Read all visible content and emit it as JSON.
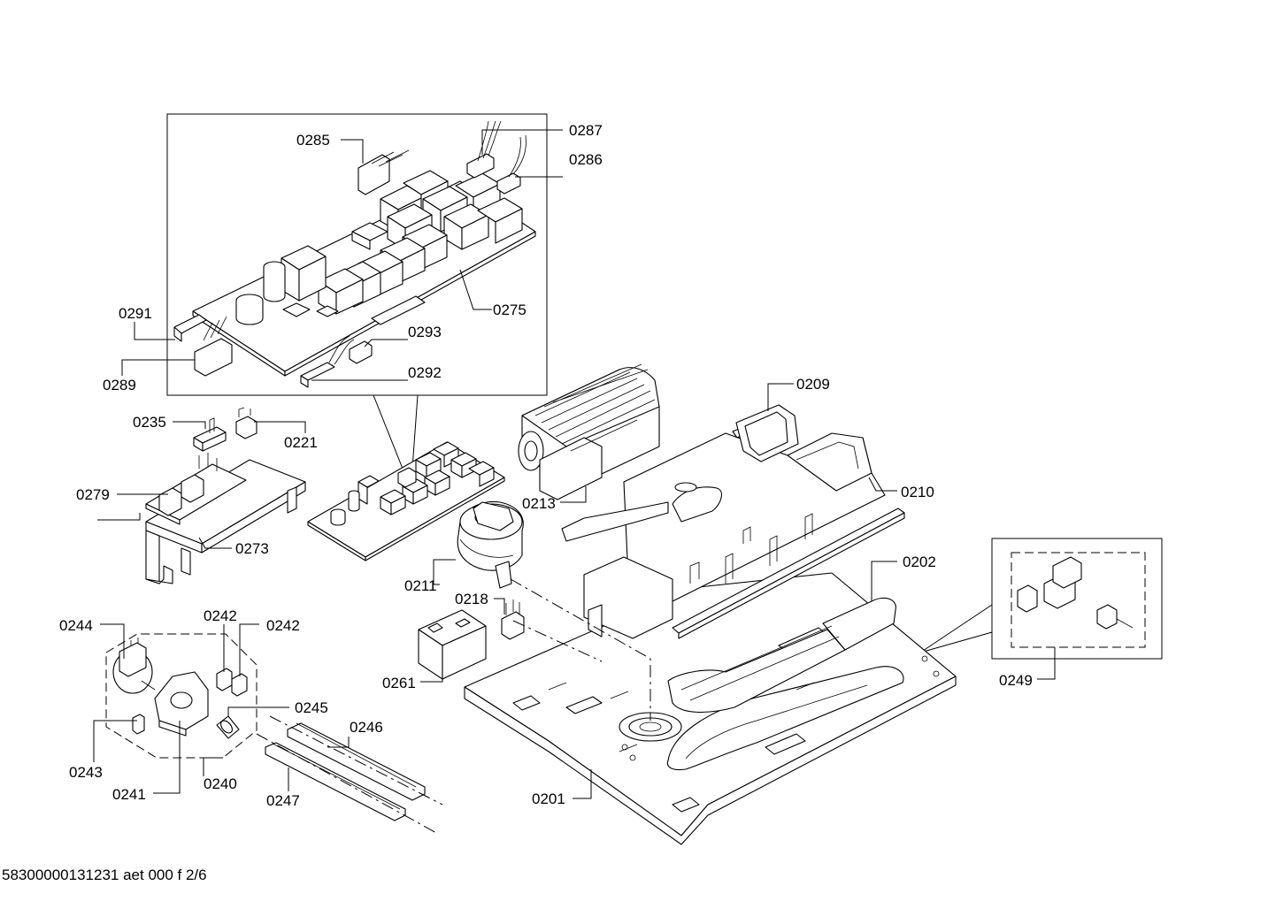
{
  "document_id": "58300000131231 aet 000 f 2/6",
  "callouts": {
    "c0285": "0285",
    "c0287": "0287",
    "c0286": "0286",
    "c0275": "0275",
    "c0291": "0291",
    "c0293": "0293",
    "c0289": "0289",
    "c0292": "0292",
    "c0235": "0235",
    "c0221": "0221",
    "c0279": "0279",
    "c0273": "0273",
    "c0209": "0209",
    "c0213": "0213",
    "c0210": "0210",
    "c0211": "0211",
    "c0202": "0202",
    "c0218": "0218",
    "c0261": "0261",
    "c0249": "0249",
    "c0201": "0201",
    "c0244": "0244",
    "c0242a": "0242",
    "c0242b": "0242",
    "c0245": "0245",
    "c0246": "0246",
    "c0243": "0243",
    "c0240": "0240",
    "c0241": "0241",
    "c0247": "0247"
  }
}
